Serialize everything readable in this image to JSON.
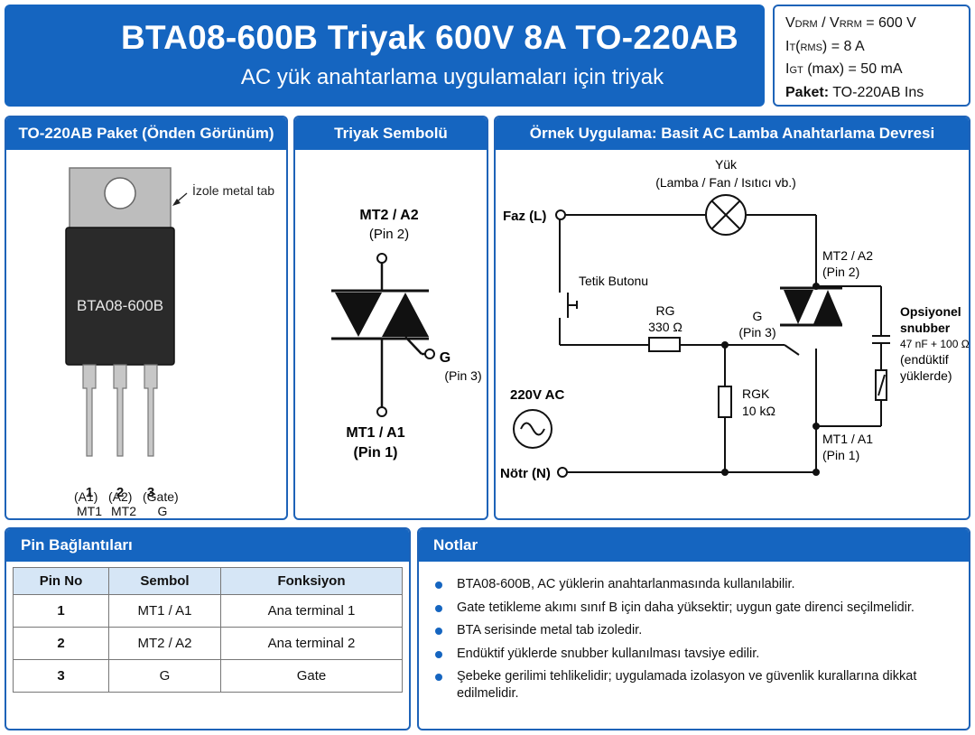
{
  "header": {
    "title": "BTA08-600B Triyak 600V 8A TO-220AB",
    "subtitle": "AC yük anahtarlama uygulamaları için triyak"
  },
  "specs": {
    "vdrm_label": "Vdrm / Vrrm",
    "vdrm_value": "= 600 V",
    "it_label": "It(rms)",
    "it_value": "= 8 A",
    "igt_label": "Igt",
    "igt_value": "(max) = 50 mA",
    "package_label": "Paket:",
    "package_value": "TO-220AB Ins"
  },
  "package_panel": {
    "title": "TO-220AB Paket (Önden Görünüm)",
    "tab_label": "İzole metal tab",
    "body_marking": "BTA08-600B",
    "pins": [
      {
        "num": "1",
        "name": "MT1",
        "alt": "(A1)"
      },
      {
        "num": "2",
        "name": "MT2",
        "alt": "(A2)"
      },
      {
        "num": "3",
        "name": "G",
        "alt": "(Gate)"
      }
    ]
  },
  "symbol_panel": {
    "title": "Triyak Sembolü",
    "mt2_label": "MT2 / A2",
    "mt2_pin": "(Pin 2)",
    "gate_label": "G",
    "gate_pin": "(Pin 3)",
    "mt1_label": "MT1 / A1",
    "mt1_pin": "(Pin 1)"
  },
  "circuit_panel": {
    "title": "Örnek Uygulama: Basit AC Lamba Anahtarlama Devresi",
    "load_label": "Yük",
    "load_desc": "(Lamba / Fan / Isıtıcı vb.)",
    "phase_label": "Faz (L)",
    "button_label": "Tetik Butonu",
    "rg_label": "RG",
    "rg_value": "330 Ω",
    "g_label": "G",
    "g_pin": "(Pin 3)",
    "mt2_label": "MT2 / A2",
    "mt2_pin": "(Pin 2)",
    "mt1_label": "MT1 / A1",
    "mt1_pin": "(Pin 1)",
    "snubber_label_1": "Opsiyonel",
    "snubber_label_2": "snubber",
    "snubber_value": "47 nF + 100 Ω",
    "snubber_note_1": "(endüktif",
    "snubber_note_2": "yüklerde)",
    "rgk_label": "RGK",
    "rgk_value": "10 kΩ",
    "source_label": "220V AC",
    "neutral_label": "Nötr (N)"
  },
  "pins_panel": {
    "title": "Pin Bağlantıları",
    "headers": [
      "Pin No",
      "Sembol",
      "Fonksiyon"
    ],
    "rows": [
      [
        "1",
        "MT1 / A1",
        "Ana terminal 1"
      ],
      [
        "2",
        "MT2 / A2",
        "Ana terminal 2"
      ],
      [
        "3",
        "G",
        "Gate"
      ]
    ]
  },
  "notes_panel": {
    "title": "Notlar",
    "items": [
      "BTA08-600B, AC yüklerin anahtarlanmasında kullanılabilir.",
      "Gate tetikleme akımı sınıf B için daha yüksektir; uygun gate direnci seçilmelidir.",
      "BTA serisinde metal tab izoledir.",
      "Endüktif yüklerde snubber kullanılması tavsiye edilir.",
      "Şebeke gerilimi tehlikelidir; uygulamada izolasyon ve güvenlik kurallarına dikkat edilmelidir."
    ]
  },
  "colors": {
    "accent": "#1565c0",
    "table_header": "#d6e6f6"
  }
}
